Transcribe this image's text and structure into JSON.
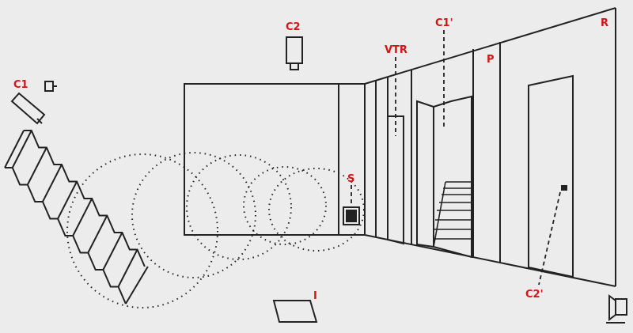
{
  "labels": {
    "c1": "C1",
    "c2": "C2",
    "vtr": "VTR",
    "c1_prime": "C1'",
    "p": "P",
    "r": "R",
    "s": "S",
    "i": "I",
    "c2_prime": "C2'"
  },
  "colors": {
    "ink": "#222222",
    "label": "#d41414",
    "background": "#ececec"
  }
}
